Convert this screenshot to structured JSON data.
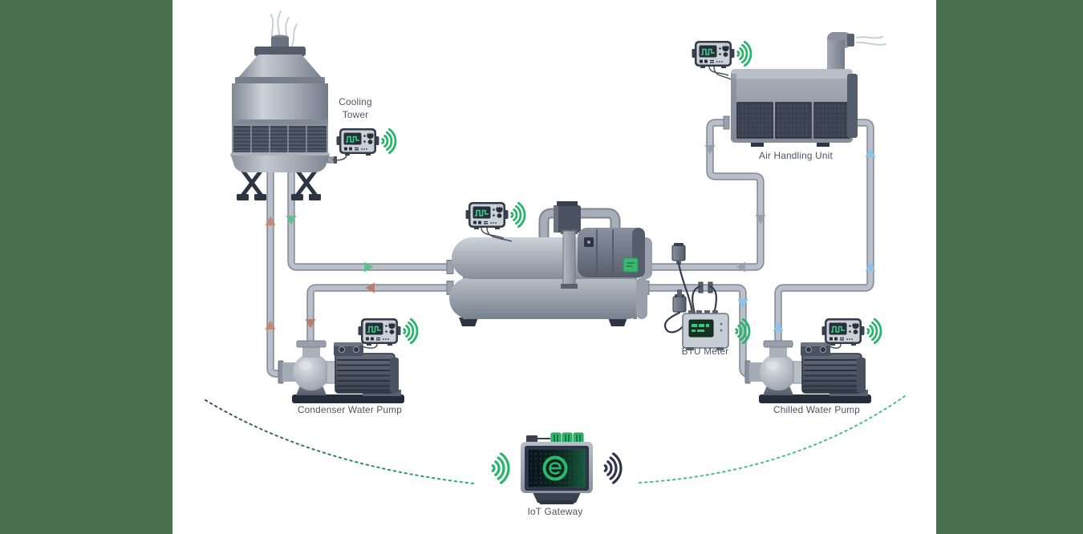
{
  "title": "Chiller plant IoT monitoring diagram",
  "theme": {
    "colors": {
      "side_panel": "#48704d",
      "canvas_bg": "#ffffff",
      "label_text": "#4c5464",
      "accent_green": "#28b46a",
      "wave_navy": "#2e3547",
      "pipe": "#bac0c9",
      "pipe_outline": "#8a919d",
      "arrow_green": "#5fc091",
      "arrow_warm": "#c08b77",
      "arrow_warm2": "#b77f6b",
      "arrow_gray": "#97a0ac",
      "arrow_blue": "#8cc3e9",
      "badge_green": "#3cb671"
    }
  },
  "equipment": {
    "cooling_tower": {
      "label_lines": [
        "Cooling",
        "Tower"
      ]
    },
    "air_handling_unit": {
      "label": "Air Handling Unit"
    },
    "condenser_water_pump": {
      "label": "Condenser Water Pump"
    },
    "chilled_water_pump": {
      "label": "Chilled Water Pump"
    },
    "btu_meter": {
      "label": "BTU Meter"
    },
    "iot_gateway": {
      "label": "IoT Gateway"
    }
  },
  "icons": {
    "wifi_signal": "wifi-signal-icon",
    "sensor_device": "datalogger-sensor",
    "smoke": "vapor-wisps"
  },
  "connections": [
    {
      "from": "condenser-water-pump",
      "to": "cooling-tower",
      "arrow_color": "salmon",
      "direction": "up"
    },
    {
      "from": "cooling-tower",
      "to": "chiller-top-shell",
      "arrow_color": "green",
      "direction": "down-then-right"
    },
    {
      "from": "chiller-bottom-shell",
      "to": "condenser-water-pump",
      "arrow_color": "salmon",
      "direction": "left-then-down"
    },
    {
      "from": "air-handling-unit",
      "to": "chiller-top-shell",
      "arrow_color": "gray",
      "direction": "down-then-left"
    },
    {
      "from": "chiller-bottom-shell",
      "to": "chilled-water-pump",
      "arrow_color": "blue",
      "direction": "right-then-down"
    },
    {
      "from": "chilled-water-pump",
      "to": "air-handling-unit",
      "arrow_color": "blue",
      "direction": "up"
    },
    {
      "from": "field-sensors",
      "to": "iot-gateway",
      "link": "wireless-dotted-arc"
    }
  ]
}
